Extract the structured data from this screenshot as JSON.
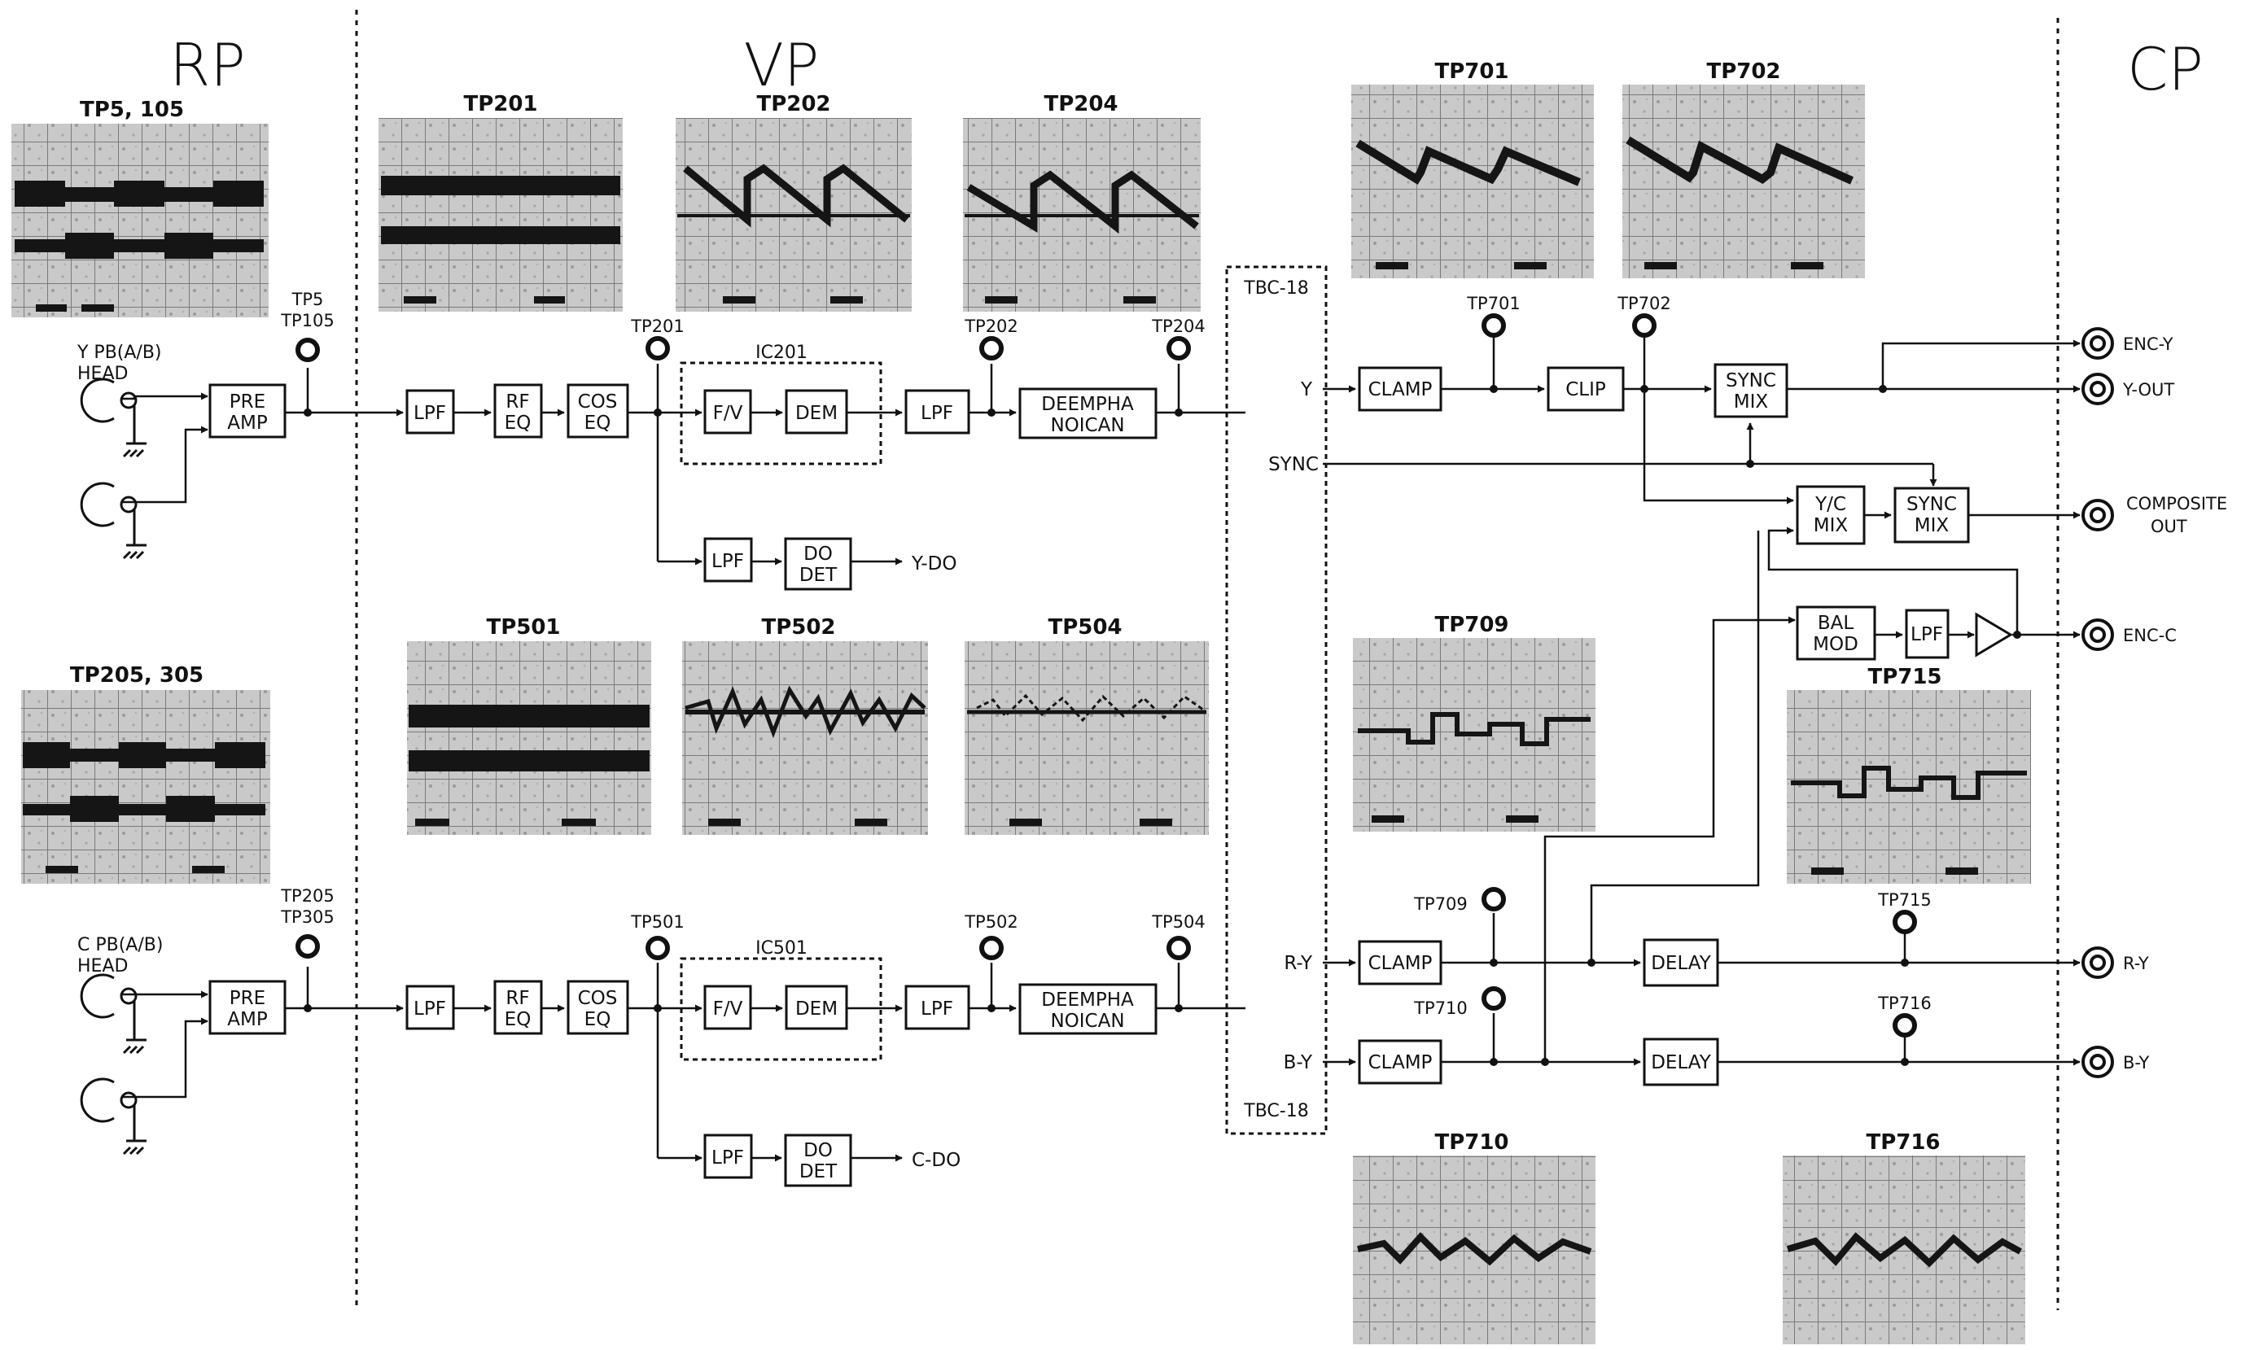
{
  "sections": {
    "rp": "RP",
    "vp": "VP",
    "cp": "CP"
  },
  "scope_titles": {
    "tp5_105": "TP5, 105",
    "tp205_305": "TP205, 305",
    "tp201": "TP201",
    "tp202": "TP202",
    "tp204": "TP204",
    "tp501": "TP501",
    "tp502": "TP502",
    "tp504": "TP504",
    "tp701": "TP701",
    "tp702": "TP702",
    "tp709": "TP709",
    "tp715": "TP715",
    "tp710": "TP710",
    "tp716": "TP716"
  },
  "testpoints": {
    "tp5_line1": "TP5",
    "tp5_line2": "TP105",
    "tp205_line1": "TP205",
    "tp205_line2": "TP305",
    "tp201": "TP201",
    "tp202": "TP202",
    "tp204": "TP204",
    "tp501": "TP501",
    "tp502": "TP502",
    "tp504": "TP504",
    "tp701": "TP701",
    "tp702": "TP702",
    "tp709": "TP709",
    "tp710": "TP710",
    "tp715": "TP715",
    "tp716": "TP716"
  },
  "heads": {
    "y_line1": "Y PB(A/B)",
    "y_line2": "HEAD",
    "c_line1": "C PB(A/B)",
    "c_line2": "HEAD"
  },
  "ic_labels": {
    "ic201": "IC201",
    "ic501": "IC501",
    "tbc_top": "TBC-18",
    "tbc_bottom": "TBC-18"
  },
  "blocks": {
    "pre1": "PRE",
    "pre2": "AMP",
    "lpf": "LPF",
    "rf1": "RF",
    "rf2": "EQ",
    "cos1": "COS",
    "cos2": "EQ",
    "fv": "F/V",
    "dem": "DEM",
    "deem1": "DEEMPHA",
    "deem2": "NOICAN",
    "do1": "DO",
    "do2": "DET",
    "clamp": "CLAMP",
    "clip": "CLIP",
    "sync1": "SYNC",
    "sync2": "MIX",
    "yc1": "Y/C",
    "yc2": "MIX",
    "bal1": "BAL",
    "bal2": "MOD",
    "delay": "DELAY"
  },
  "signals": {
    "y_do": "Y-DO",
    "c_do": "C-DO",
    "y_in": "Y",
    "sync_in": "SYNC",
    "ry_in": "R-Y",
    "by_in": "B-Y"
  },
  "outputs": {
    "enc_y": "ENC-Y",
    "y_out": "Y-OUT",
    "composite1": "COMPOSITE",
    "composite2": "OUT",
    "enc_c": "ENC-C",
    "r_y": "R-Y",
    "b_y": "B-Y"
  }
}
